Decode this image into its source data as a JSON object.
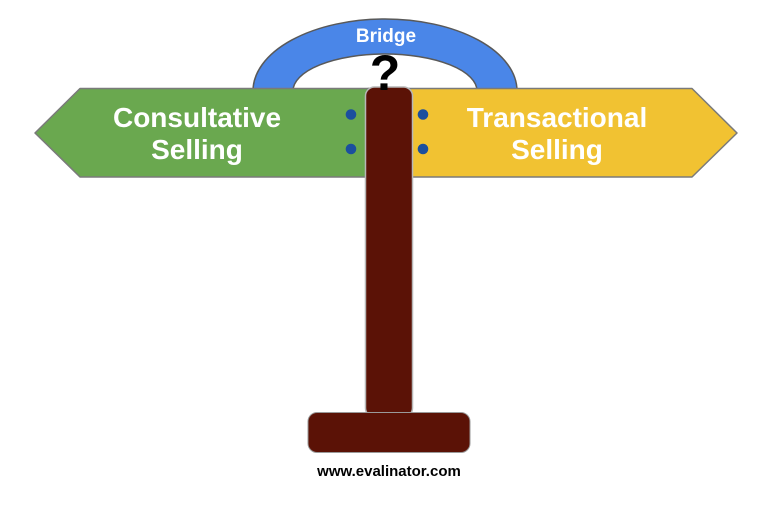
{
  "diagram": {
    "bridge_label": "Bridge",
    "question_mark": "?",
    "left_sign": {
      "line1": "Consultative",
      "line2": "Selling"
    },
    "right_sign": {
      "line1": "Transactional",
      "line2": "Selling"
    },
    "footer": "www.evalinator.com"
  },
  "colors": {
    "bridge_blue": "#4a86e8",
    "sign_green": "#6aa84f",
    "sign_yellow": "#f1c232",
    "post_maroon": "#5b1206",
    "dot_blue": "#1b4f9e",
    "text_white": "#ffffff",
    "text_black": "#000000"
  }
}
